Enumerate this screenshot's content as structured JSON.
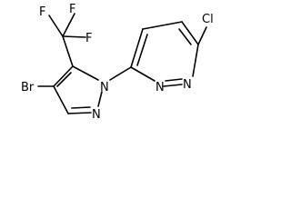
{
  "molecule": {
    "atoms": {
      "f_left": "F",
      "f_right": "F",
      "f_bottom": "F",
      "br": "Br",
      "n_pyrazole_1": "N",
      "n_pyrazole_2": "N",
      "n_pyridazine_1": "N",
      "n_pyridazine_2": "N",
      "cl": "Cl"
    }
  }
}
